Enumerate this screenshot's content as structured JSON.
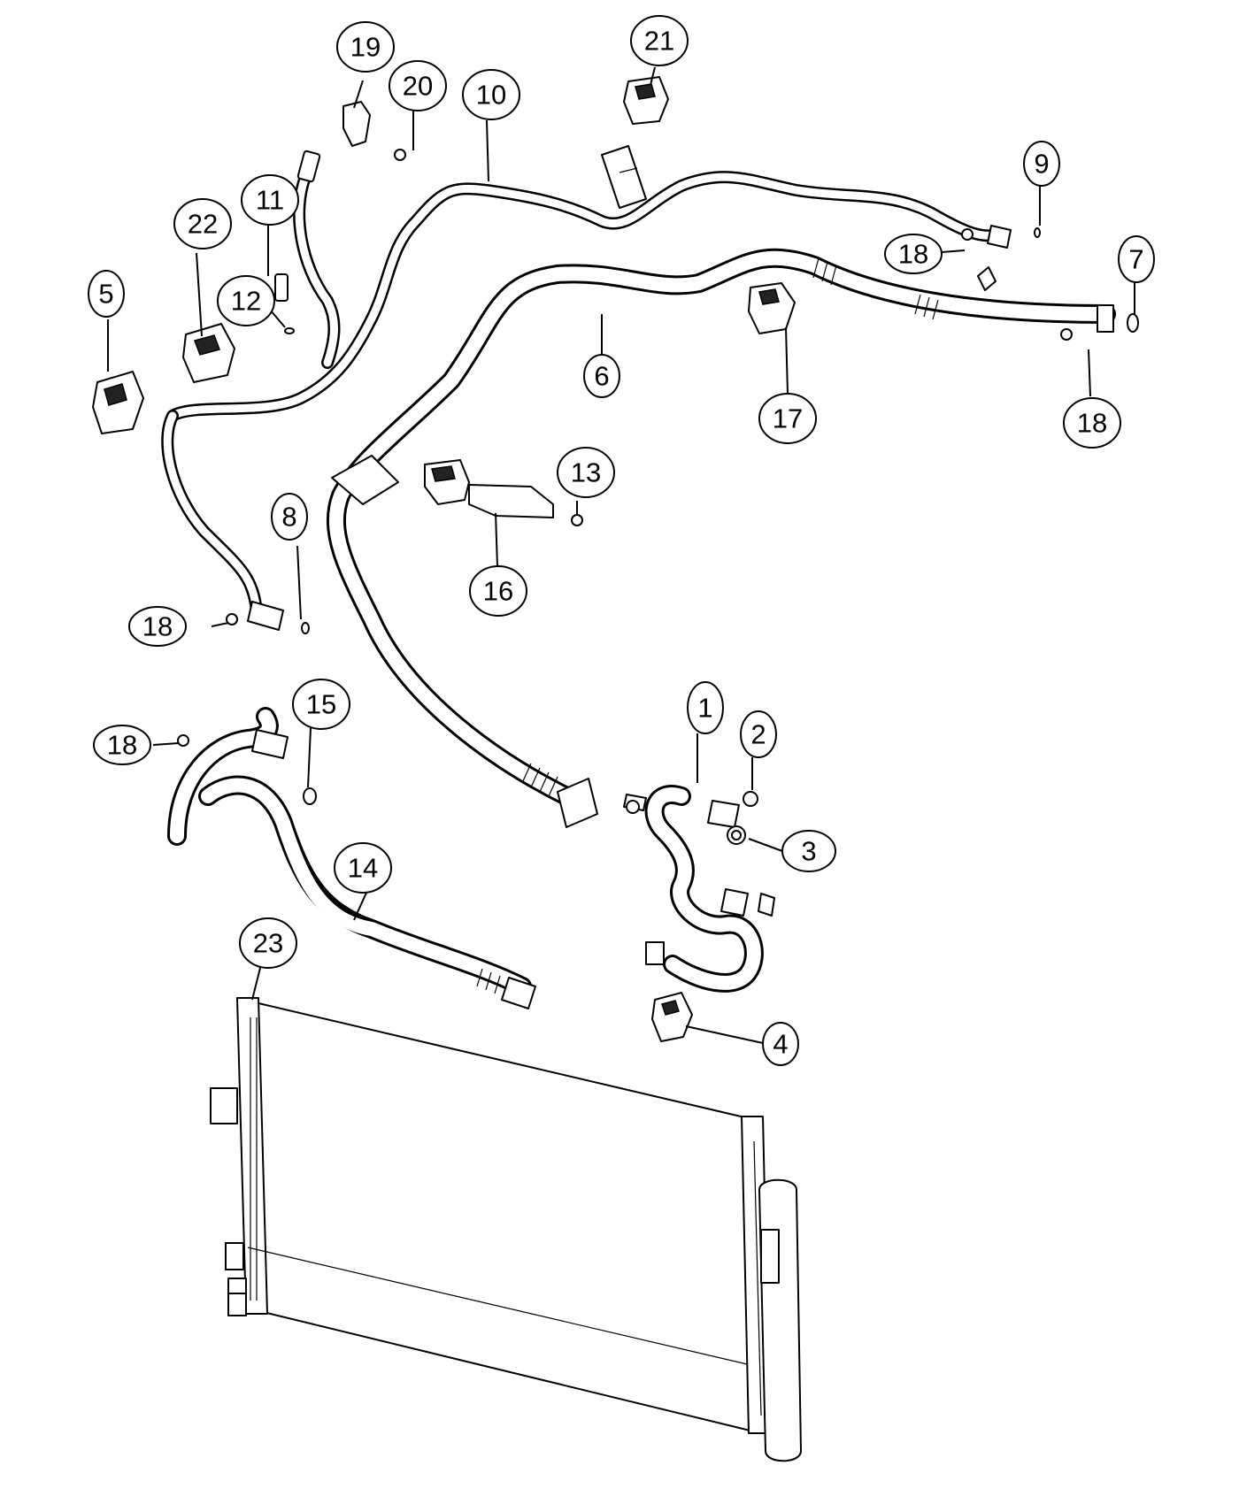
{
  "diagram": {
    "callouts": [
      {
        "id": "1",
        "label": "1"
      },
      {
        "id": "2",
        "label": "2"
      },
      {
        "id": "3",
        "label": "3"
      },
      {
        "id": "4",
        "label": "4"
      },
      {
        "id": "5",
        "label": "5"
      },
      {
        "id": "6",
        "label": "6"
      },
      {
        "id": "7",
        "label": "7"
      },
      {
        "id": "8",
        "label": "8"
      },
      {
        "id": "9",
        "label": "9"
      },
      {
        "id": "10",
        "label": "10"
      },
      {
        "id": "11",
        "label": "11"
      },
      {
        "id": "12",
        "label": "12"
      },
      {
        "id": "13",
        "label": "13"
      },
      {
        "id": "14",
        "label": "14"
      },
      {
        "id": "15",
        "label": "15"
      },
      {
        "id": "16",
        "label": "16"
      },
      {
        "id": "17",
        "label": "17"
      },
      {
        "id": "18a",
        "label": "18"
      },
      {
        "id": "18b",
        "label": "18"
      },
      {
        "id": "18c",
        "label": "18"
      },
      {
        "id": "18d",
        "label": "18"
      },
      {
        "id": "19",
        "label": "19"
      },
      {
        "id": "20",
        "label": "20"
      },
      {
        "id": "21",
        "label": "21"
      },
      {
        "id": "22",
        "label": "22"
      },
      {
        "id": "23",
        "label": "23"
      }
    ]
  }
}
